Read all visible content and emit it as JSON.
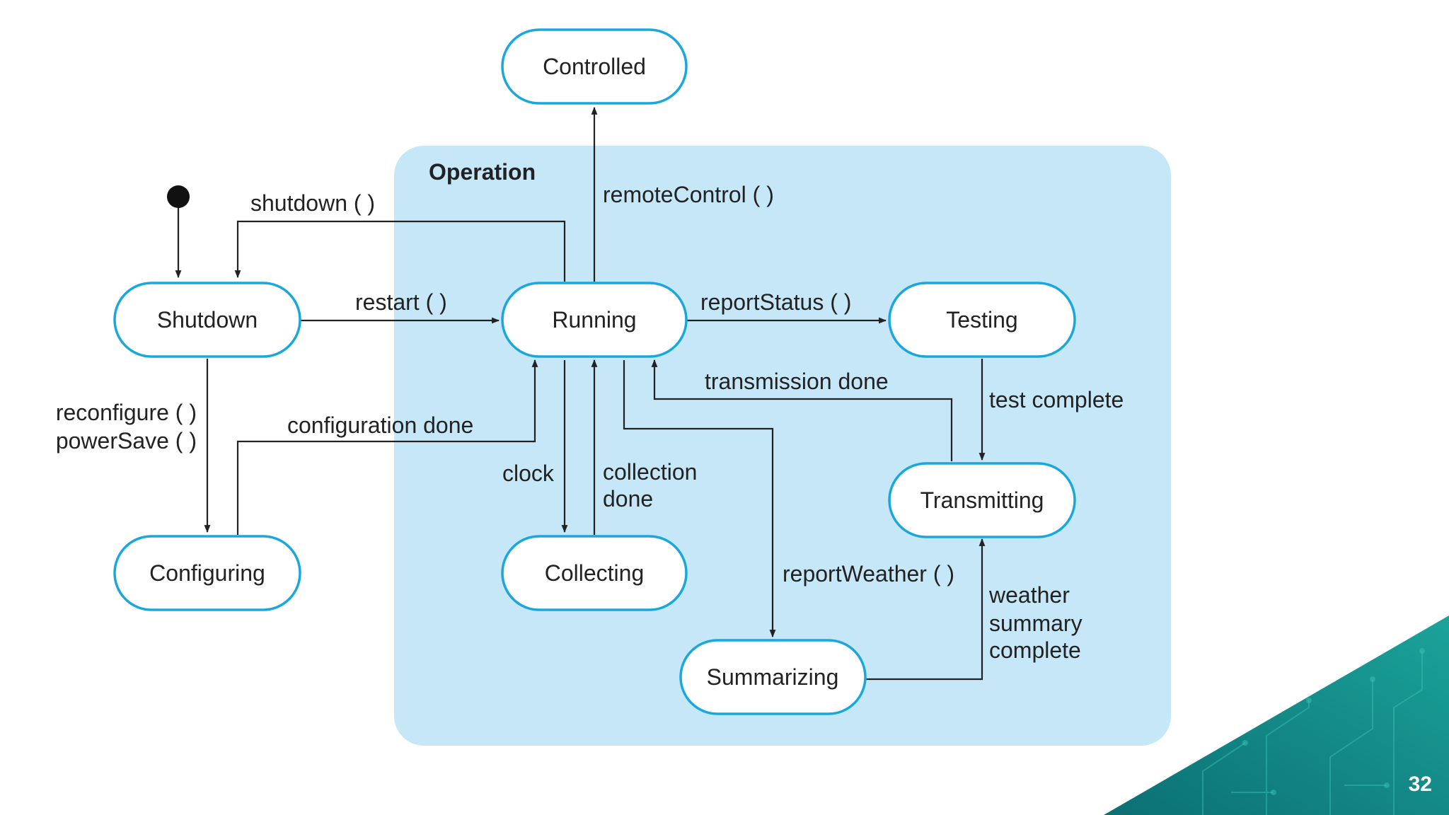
{
  "diagram": {
    "region_title": "Operation",
    "states": {
      "controlled": "Controlled",
      "shutdown": "Shutdown",
      "running": "Running",
      "testing": "Testing",
      "transmitting": "Transmitting",
      "configuring": "Configuring",
      "collecting": "Collecting",
      "summarizing": "Summarizing"
    },
    "transitions": {
      "shutdown": "shutdown ( )",
      "remote_control": "remoteControl ( )",
      "restart": "restart ( )",
      "report_status": "reportStatus ( )",
      "transmission_done": "transmission done",
      "test_complete": "test complete",
      "reconfigure": "reconfigure ( )",
      "power_save": "powerSave ( )",
      "configuration_done": "configuration done",
      "clock": "clock",
      "collection_done_1": "collection",
      "collection_done_2": "done",
      "report_weather": "reportWeather ( )",
      "weather_summary_1": "weather",
      "weather_summary_2": "summary",
      "weather_summary_3": "complete"
    }
  },
  "slide": {
    "page_number": "32"
  },
  "colors": {
    "region_fill": "#c5e7f8",
    "state_stroke": "#1aa7dc",
    "corner_teal_dark": "#0b6f73",
    "corner_teal_light": "#1ba39a"
  }
}
